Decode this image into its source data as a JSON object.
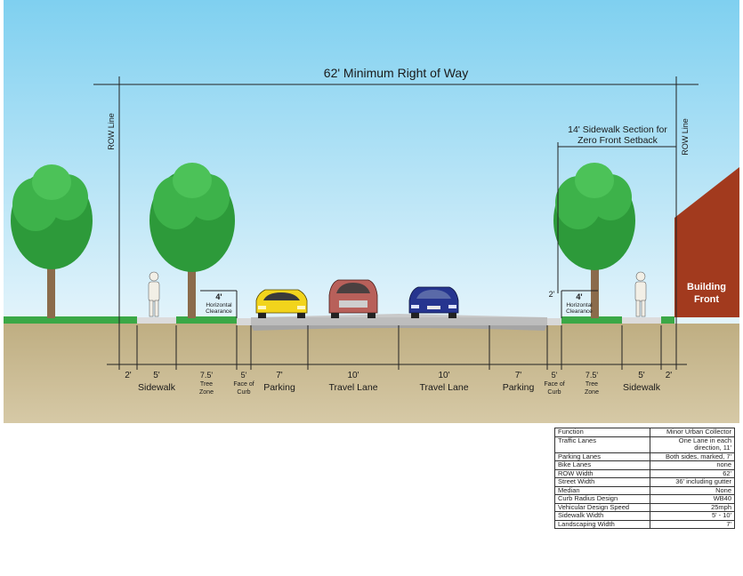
{
  "diagram": {
    "title": "62' Minimum Right of Way",
    "row_line_label": "ROW Line",
    "sidewalk_section_label_1": "14' Sidewalk Section for",
    "sidewalk_section_label_2": "Zero Front Setback",
    "building_label_1": "Building",
    "building_label_2": "Front",
    "clearance_left": {
      "dim": "4'",
      "line1": "Horizontal",
      "line2": "Clearance"
    },
    "clearance_right": {
      "dim": "4'",
      "line1": "Horizontal",
      "line2": "Clearance"
    },
    "curb_height_dim": "2'",
    "segments": [
      {
        "dim": "2'",
        "label": ""
      },
      {
        "dim": "5'",
        "label": "Sidewalk"
      },
      {
        "dim": "7.5'",
        "label": "Tree",
        "label2": "Zone"
      },
      {
        "dim": "5'",
        "label": "Face of",
        "label2": "Curb"
      },
      {
        "dim": "7'",
        "label": "Parking"
      },
      {
        "dim": "10'",
        "label": "Travel Lane"
      },
      {
        "dim": "10'",
        "label": "Travel Lane"
      },
      {
        "dim": "7'",
        "label": "Parking"
      },
      {
        "dim": "5'",
        "label": "Face of",
        "label2": "Curb"
      },
      {
        "dim": "7.5'",
        "label": "Tree",
        "label2": "Zone"
      },
      {
        "dim": "5'",
        "label": "Sidewalk"
      },
      {
        "dim": "2'",
        "label": ""
      }
    ],
    "colors": {
      "sky_top": "#7fd0f0",
      "sky_bottom": "#e4f4fb",
      "grass": "#3aa846",
      "soil": "#c9b98e",
      "road": "#b9b9b9",
      "building": "#a23a1e",
      "car_yellow": "#f2d41c",
      "car_red": "#b8605a",
      "car_blue": "#26358f"
    }
  },
  "spec_table": {
    "rows": [
      {
        "label": "Function",
        "value": "Minor Urban Collector"
      },
      {
        "label": "Traffic Lanes",
        "value": "One Lane in each direction, 11'"
      },
      {
        "label": "Parking Lanes",
        "value": "Both sides, marked, 7'"
      },
      {
        "label": "Bike Lanes",
        "value": "none"
      },
      {
        "label": "ROW Width",
        "value": "62'"
      },
      {
        "label": "Street Width",
        "value": "36' including gutter"
      },
      {
        "label": "Median",
        "value": "None"
      },
      {
        "label": "Curb Radius Design",
        "value": "WB40"
      },
      {
        "label": "Vehicular Design Speed",
        "value": "25mph"
      },
      {
        "label": "Sidewalk Width",
        "value": "5' - 10'"
      },
      {
        "label": "Landscaping Width",
        "value": "7'"
      }
    ]
  }
}
